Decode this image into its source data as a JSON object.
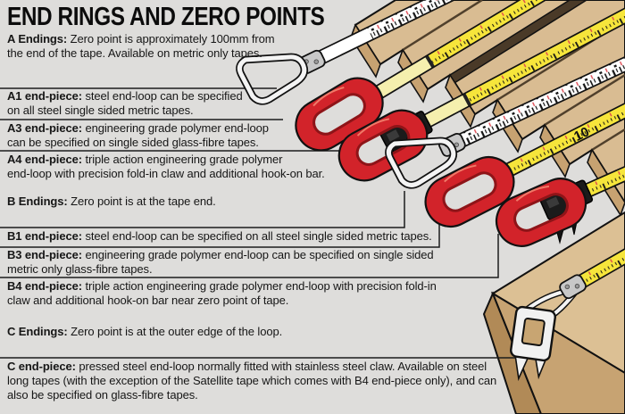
{
  "title": "END RINGS AND ZERO POINTS",
  "sections": [
    {
      "label": "A Endings:",
      "text": " Zero point is approximately 100mm from\nthe end of the tape. Available on metric only tapes."
    },
    {
      "label": "A1 end-piece:",
      "text": " steel end-loop can be specified\non all steel single sided metric tapes."
    },
    {
      "label": "A3 end-piece:",
      "text": " engineering grade polymer end-loop\ncan be specified on single sided glass-fibre tapes."
    },
    {
      "label": "A4 end-piece:",
      "text": " triple action engineering grade polymer\nend-loop with precision fold-in claw and additional hook-on bar."
    },
    {
      "label": "B Endings:",
      "text": " Zero point is at the tape end."
    },
    {
      "label": "B1 end-piece:",
      "text": " steel end-loop can be specified on all steel single sided metric tapes."
    },
    {
      "label": "B3 end-piece:",
      "text": " engineering grade polymer end-loop can be specified on single sided\nmetric only glass-fibre tapes."
    },
    {
      "label": "B4 end-piece:",
      "text": " triple action engineering grade polymer end-loop with precision fold-in\nclaw and additional hook-on bar near zero point of tape."
    },
    {
      "label": "C Endings:",
      "text": " Zero point is at the outer edge of the loop."
    },
    {
      "label": "C end-piece:",
      "text": " pressed steel end-loop normally fitted with stainless steel claw. Available on steel\nlong tapes (with the exception of the Satellite tape which comes with B4 end-piece only), and can\nalso be specified on glass-fibre tapes."
    }
  ],
  "illustration": {
    "tape_marking": "10",
    "colors": {
      "background": "#dedddb",
      "wood_top": "#d9bc92",
      "wood_side": "#c7a271",
      "tape_yellow": "#f6e53b",
      "tape_white": "#ffffff",
      "end_loop_red": "#d2232a",
      "hardware_black": "#1b1b1b",
      "steel": "#f1f1f1"
    },
    "end_pieces": [
      {
        "id": "A1",
        "type": "steel end-loop",
        "tape": "white metric tape"
      },
      {
        "id": "A3",
        "type": "polymer end-loop",
        "tape": "yellow glass-fibre tape"
      },
      {
        "id": "A4",
        "type": "polymer end-loop with claw and hook-on bar",
        "tape": "yellow tape"
      },
      {
        "id": "B1",
        "type": "steel end-loop",
        "tape": "white metric tape"
      },
      {
        "id": "B3",
        "type": "polymer end-loop",
        "tape": "yellow tape"
      },
      {
        "id": "B4",
        "type": "polymer end-loop with claw and hook-on bar",
        "tape": "yellow tape"
      },
      {
        "id": "C",
        "type": "pressed steel end-loop with stainless steel claw",
        "tape": "yellow long tape"
      }
    ]
  }
}
